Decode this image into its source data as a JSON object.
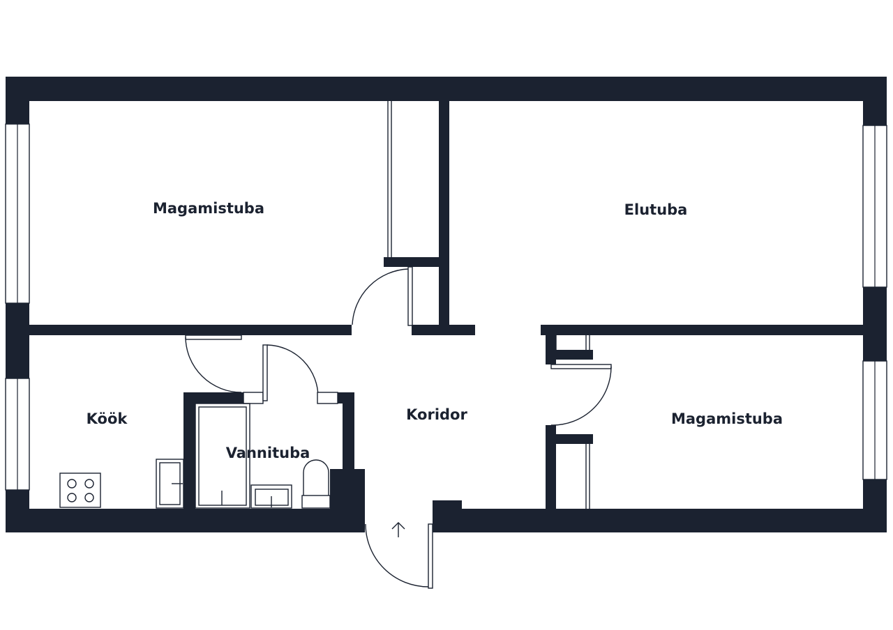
{
  "rooms": {
    "bedroom_top": "Magamistuba",
    "living_room": "Elutuba",
    "kitchen": "Köök",
    "bathroom": "Vannituba",
    "corridor": "Koridor",
    "bedroom_right": "Magamistuba"
  },
  "colors": {
    "wall": "#1b2230",
    "background": "#ffffff"
  },
  "icons": {
    "entrance": "up-arrow-icon",
    "stove": "stove-icon",
    "toilet": "toilet-icon",
    "bathtub": "bathtub-icon",
    "sink": "sink-icon"
  }
}
